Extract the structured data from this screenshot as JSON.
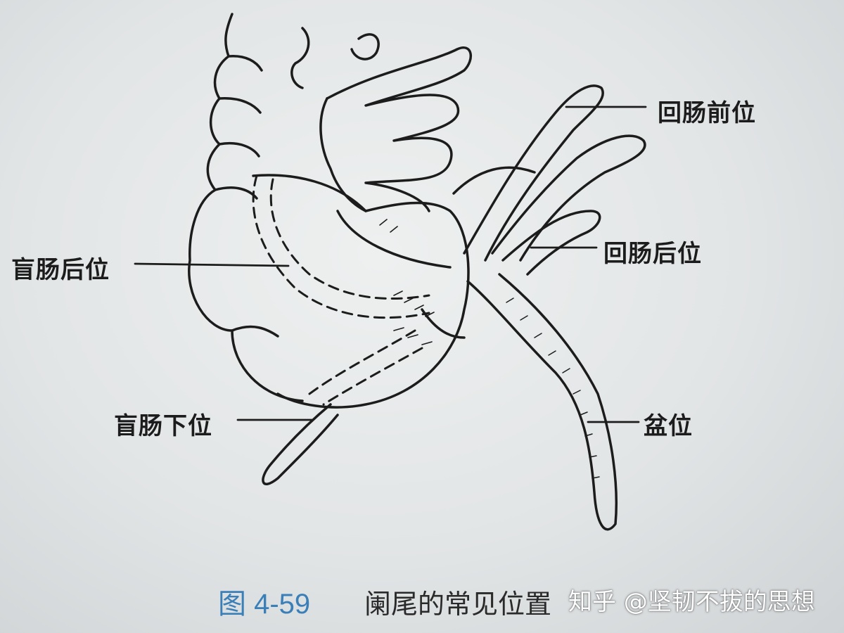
{
  "labels": {
    "anterior_ileal": "回肠前位",
    "posterior_ileal": "回肠后位",
    "retrocecal": "盲肠后位",
    "subcecal": "盲肠下位",
    "pelvic": "盆位"
  },
  "caption": {
    "number": "图 4-59",
    "text": "阑尾的常见位置"
  },
  "watermark": "知乎 @坚韧不拔的思想",
  "colors": {
    "ink": "#1c1c1c",
    "caption_number": "#3a7fb8",
    "paper": "#e2e5e6"
  }
}
